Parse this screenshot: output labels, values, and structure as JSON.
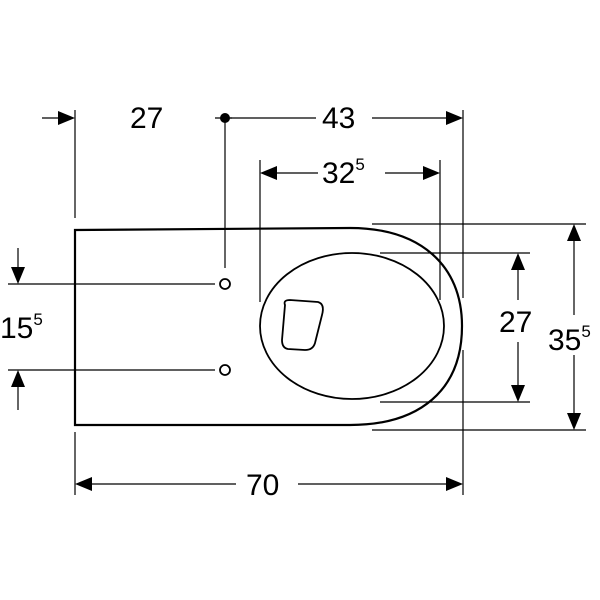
{
  "dimensions": {
    "left_to_fixing": {
      "main": "27",
      "sup": ""
    },
    "fixing_to_front": {
      "main": "43",
      "sup": ""
    },
    "opening_length": {
      "main": "32",
      "sup": "5"
    },
    "fixing_spacing": {
      "main": "15",
      "sup": "5"
    },
    "opening_width": {
      "main": "27",
      "sup": ""
    },
    "bowl_width": {
      "main": "35",
      "sup": "5"
    },
    "total_length": {
      "main": "70",
      "sup": ""
    }
  }
}
